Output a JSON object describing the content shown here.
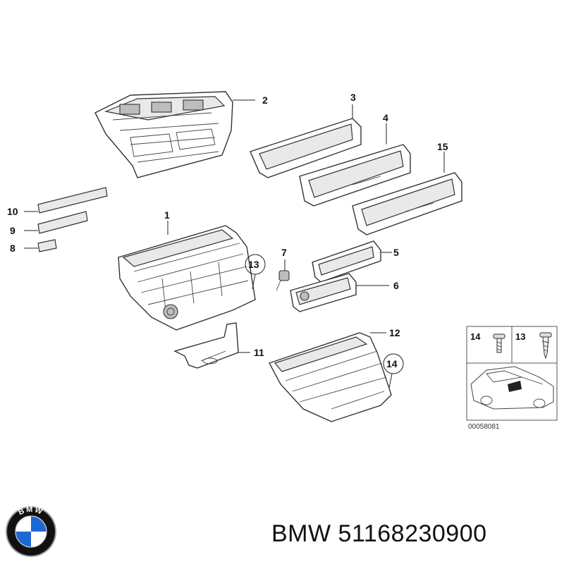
{
  "callouts": {
    "c1": "1",
    "c2": "2",
    "c3": "3",
    "c4": "4",
    "c5": "5",
    "c6": "6",
    "c7": "7",
    "c8": "8",
    "c9": "9",
    "c10": "10",
    "c11": "11",
    "c12": "12",
    "c13": "13",
    "c14": "14",
    "c15": "15"
  },
  "inset": {
    "screw_left_label": "14",
    "screw_right_label": "13",
    "diagram_code": "00058081"
  },
  "logo": {
    "text": "BMW",
    "colors": {
      "blue": "#1c69d4",
      "white": "#ffffff",
      "ring": "#111111",
      "chrome": "#9a9a9a"
    }
  },
  "caption": {
    "brand": "BMW",
    "part_number": "51168230900"
  }
}
